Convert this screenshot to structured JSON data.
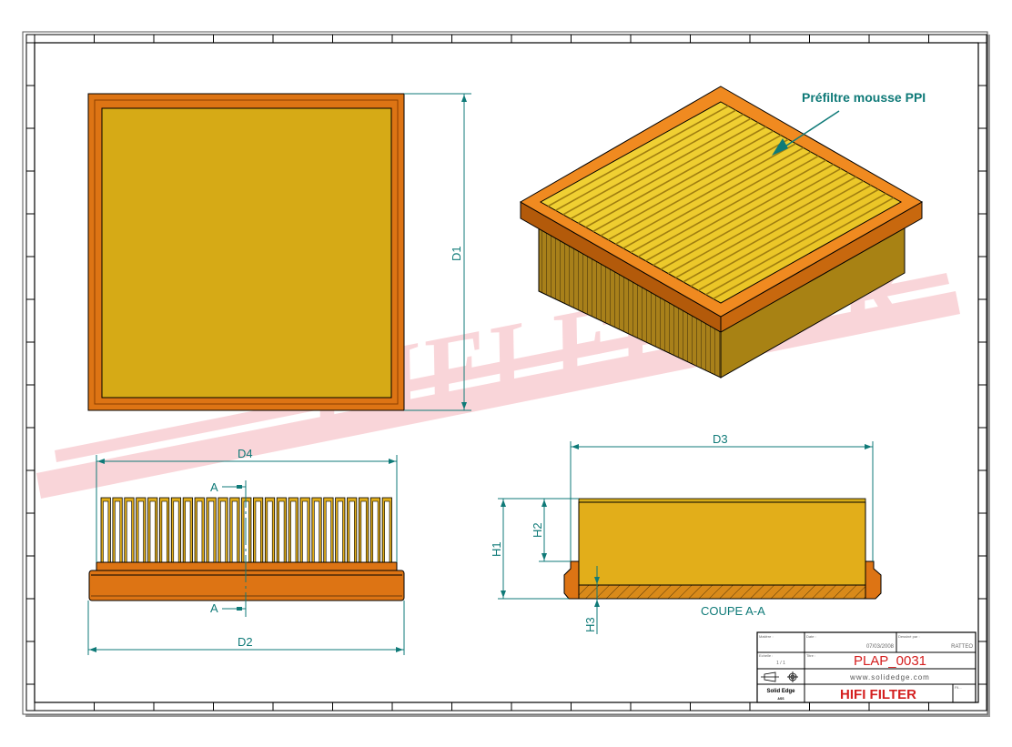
{
  "drawing": {
    "watermark": "HIFI FILTER",
    "annotation": "Préfiltre mousse PPI",
    "dimensions": {
      "d1": "D1",
      "d2": "D2",
      "d3": "D3",
      "d4": "D4",
      "h1": "H1",
      "h2": "H2",
      "h3": "H3"
    },
    "section_marker": "A",
    "section_label": "COUPE A-A"
  },
  "title_block": {
    "material_label": "Matière :",
    "date_label": "Date :",
    "date_value": "07/03/2008",
    "drawn_by_label": "Dessiné par :",
    "drawn_by_value": "RATTEO",
    "scale_label": "Echelle :",
    "scale_value": "1 / 1",
    "title_label": "Titre :",
    "part_number": "PLAP_0031",
    "website": "www.solidedge.com",
    "software": "Solid Edge",
    "software_sub": "ASS",
    "company": "HIFI FILTER",
    "file_label": "Fil..."
  },
  "colors": {
    "frame_orange": "#dd7414",
    "media_yellow": "#d6aa16",
    "dimension_teal": "#0f7a78",
    "title_red": "#d42020"
  }
}
